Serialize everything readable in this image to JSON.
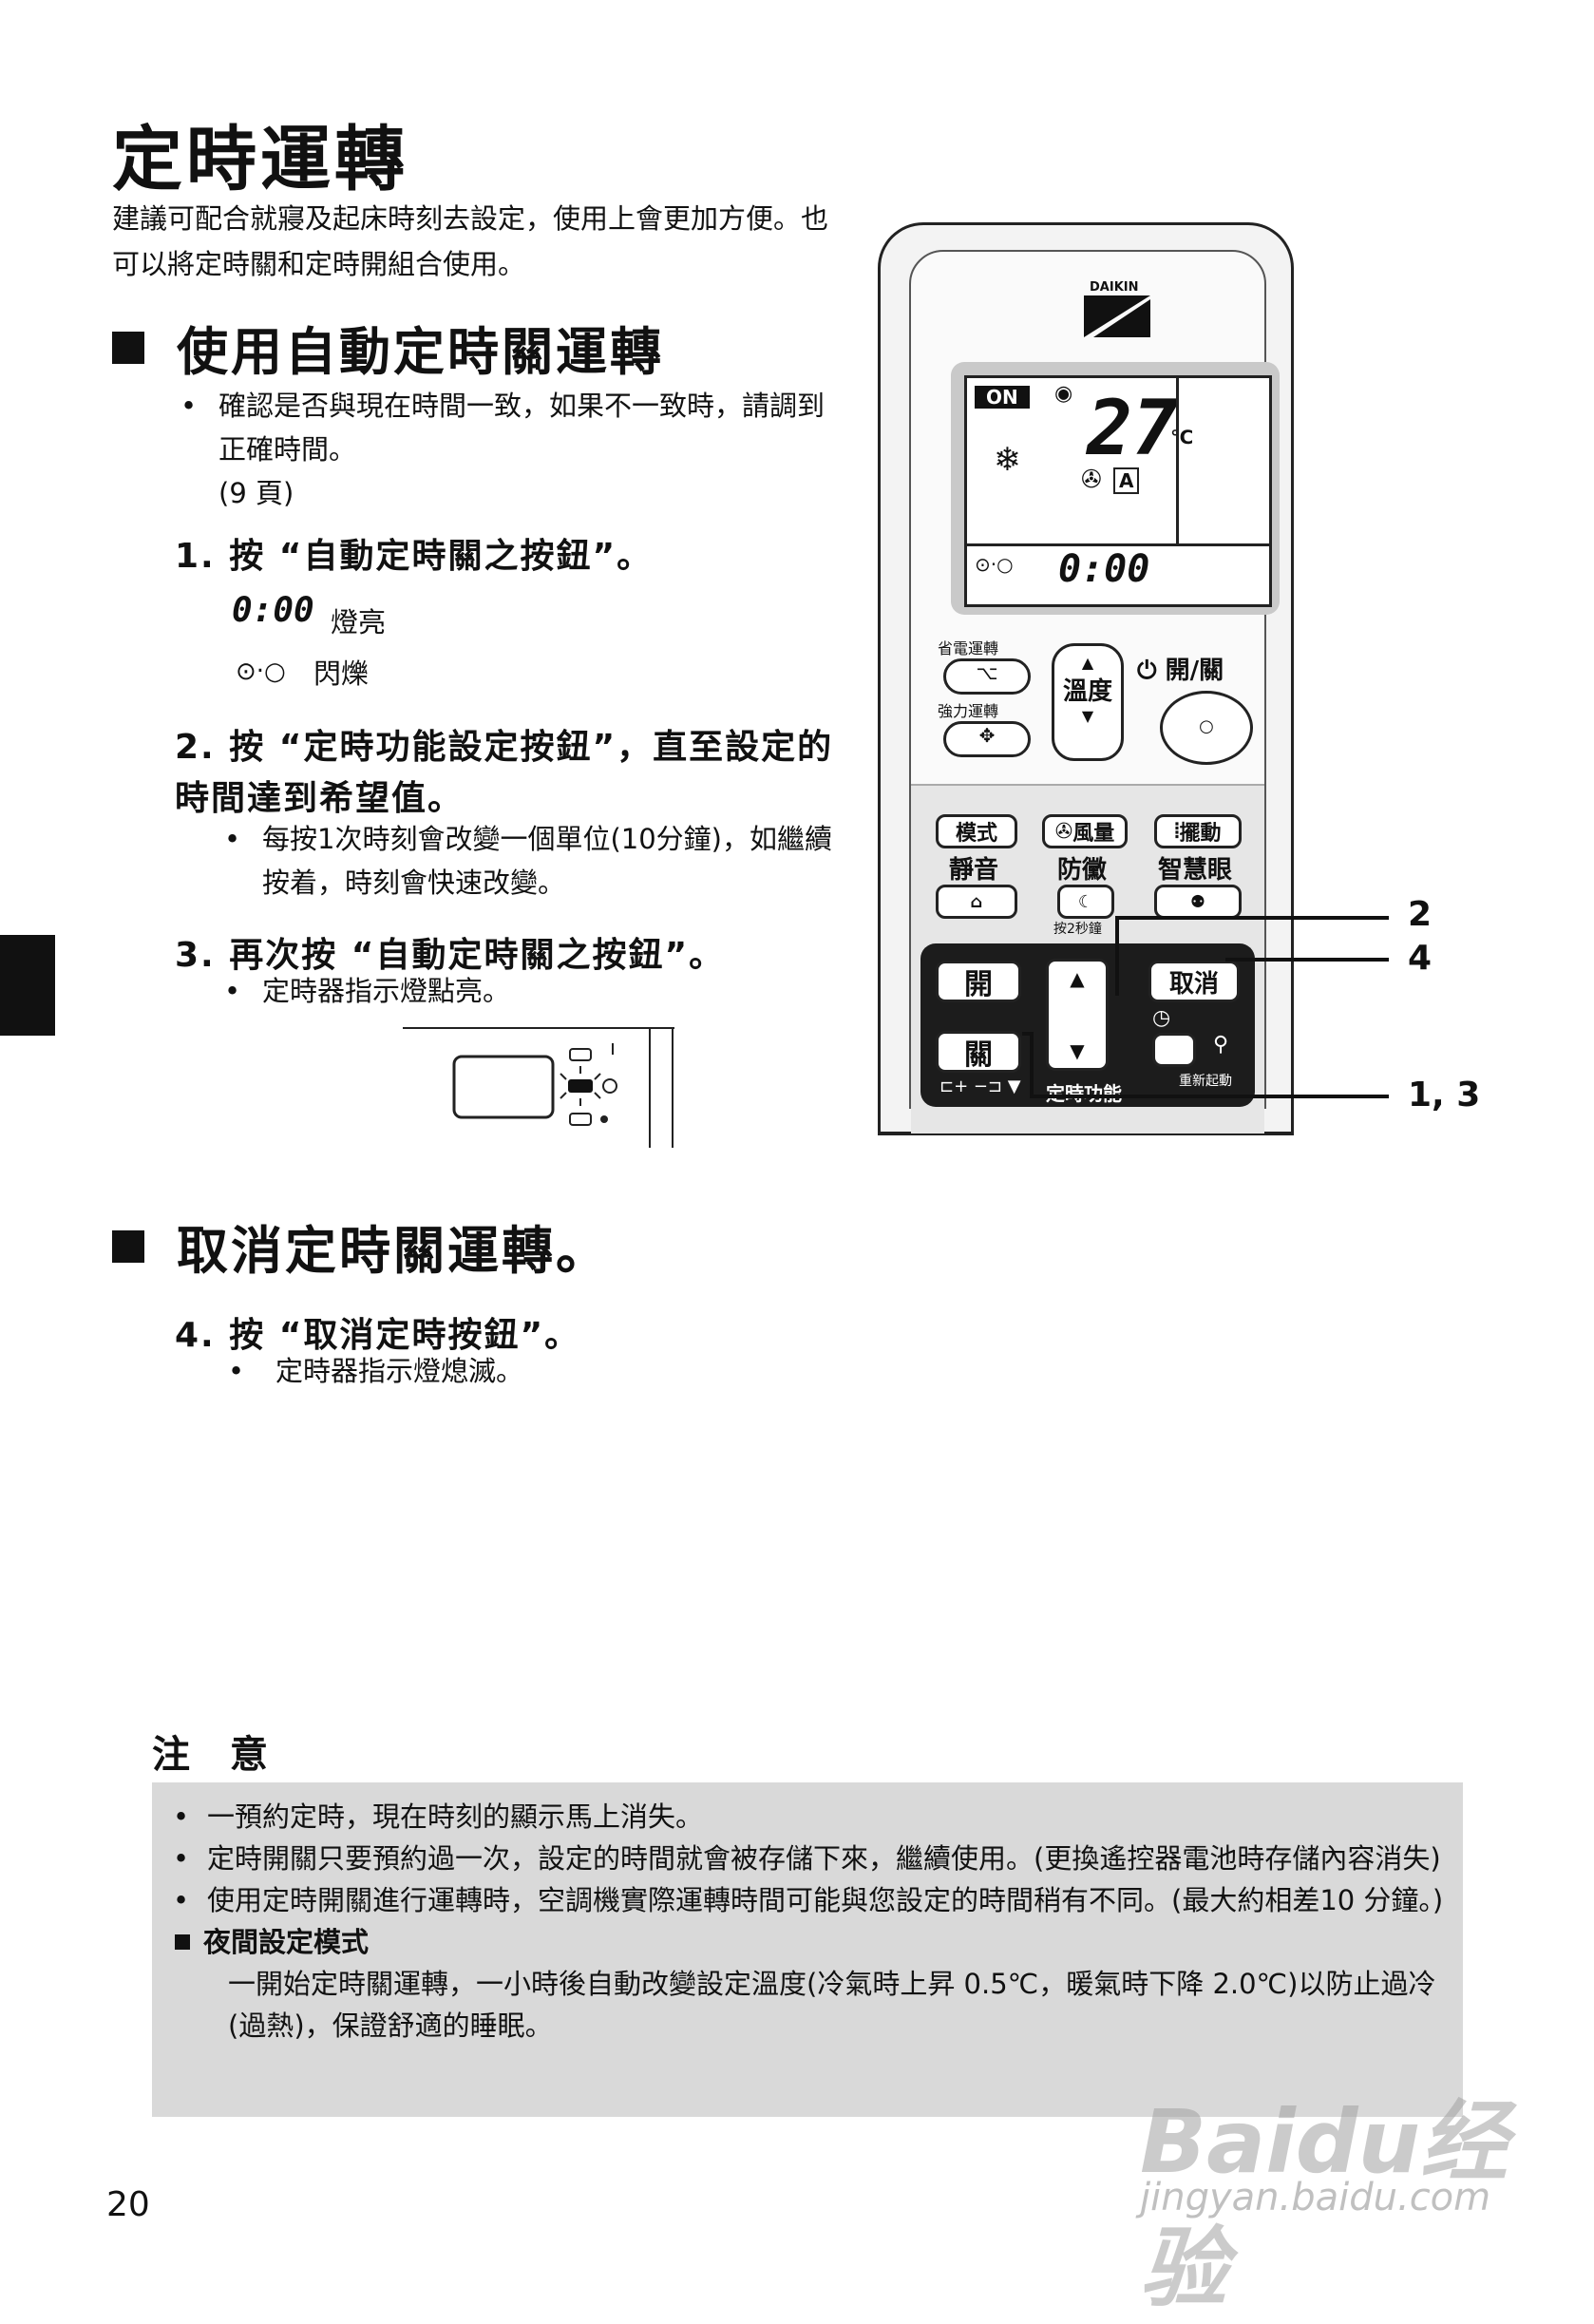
{
  "page": {
    "title": "定時運轉",
    "intro": "建議可配合就寢及起床時刻去設定，使用上會更加方便。也可以將定時關和定時開組合使用。",
    "page_number": "20"
  },
  "section1": {
    "heading": "使用自動定時關運轉",
    "bullet": "確認是否與現在時間一致，如果不一致時，請調到正確時間。",
    "bullet_ref": "(9 頁)",
    "step1": "1.  按 “自動定時關之按鈕”。",
    "step1_display": "0:00",
    "step1_display_text": "燈亮",
    "step1_icon_text": "閃爍",
    "step2": "2.  按 “定時功能設定按鈕”，直至設定的時間達到希望值。",
    "step2_bullet": "每按1次時刻會改變一個單位(10分鐘)，如繼續按着，時刻會快速改變。",
    "step3": "3.  再次按 “自動定時關之按鈕”。",
    "step3_bullet": "定時器指示燈點亮。"
  },
  "section2": {
    "heading": "取消定時關運轉。",
    "step4": "4.  按 “取消定時按鈕”。",
    "step4_bullet": "定時器指示燈熄滅。"
  },
  "notes": {
    "heading": "注 意",
    "items": [
      "一預約定時，現在時刻的顯示馬上消失。",
      "定時開關只要預約過一次，設定的時間就會被存儲下來，繼續使用。(更換遙控器電池時存儲內容消失)",
      "使用定時開關進行運轉時，空調機實際運轉時間可能與您設定的時間稍有不同。(最大約相差10 分鐘。)"
    ],
    "sub_heading": "夜間設定模式",
    "sub_text": "一開始定時關運轉，一小時後自動改變設定溫度(冷氣時上昇 0.5℃，暖氣時下降 2.0℃)以防止過冷(過熱)，保證舒適的睡眠。"
  },
  "remote": {
    "brand": "DAIKIN",
    "lcd_on": "ON",
    "lcd_temp": "27",
    "lcd_unit": "℃",
    "lcd_fan": "A",
    "lcd_time": "0:00",
    "eco_label": "省電運轉",
    "powerful_label": "強力運轉",
    "temp_label": "溫度",
    "onoff_label": "開/關",
    "mode": "模式",
    "fan": "風量",
    "swing": "擺動",
    "quiet": "靜音",
    "mold": "防黴",
    "eye": "智慧眼",
    "hold2s": "按2秒鐘",
    "timer_on": "開",
    "timer_off": "關",
    "cancel": "取消",
    "timer_func": "定時功能",
    "reset": "重新起動"
  },
  "callouts": {
    "c1": "2",
    "c2": "4",
    "c3": "1, 3"
  },
  "watermark": {
    "brand": "Baidu经验",
    "url": "jingyan.baidu.com"
  }
}
